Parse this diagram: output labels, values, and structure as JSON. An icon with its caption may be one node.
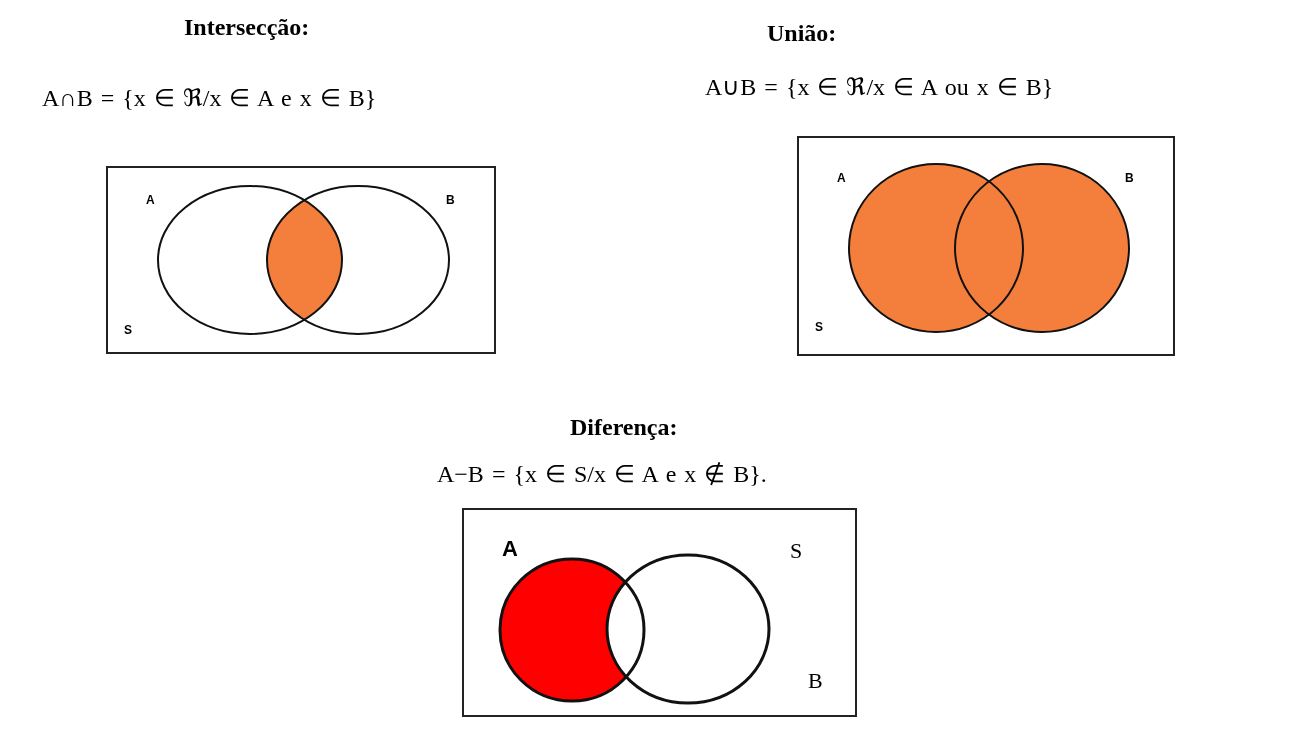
{
  "diagram": {
    "nodes": [
      {
        "text": [
          "S"
        ]
      },
      {
        "text": [],
        "shape": "circle",
        "in": 0,
        "beside": [
          "A"
        ]
      },
      {
        "text": [],
        "shape": "circle",
        "in": 0,
        "beside": [
          "B"
        ]
      },
      {
        "text": [
          "S"
        ]
      },
      {
        "text": [],
        "shape": "circle",
        "in": 3,
        "beside": [
          "A"
        ]
      },
      {
        "text": [],
        "shape": "circle",
        "in": 3,
        "beside": [
          "B"
        ]
      },
      {
        "text": [
          "S"
        ]
      },
      {
        "text": [],
        "shape": "circle",
        "in": 6,
        "beside": [
          "A"
        ]
      },
      {
        "text": [],
        "shape": "circle",
        "in": 6,
        "beside": [
          "B"
        ]
      }
    ],
    "labels": [
      "Intersecção:",
      "União:",
      "A∩B = {x ∈ ℜ/x ∈ A e x ∈ B}",
      "A∪B = {x ∈ ℜ/x ∈ A ou x ∈ B}",
      "Diferença:",
      "A−B = {x ∈ S/x ∈ A e x ∉ B}."
    ]
  }
}
